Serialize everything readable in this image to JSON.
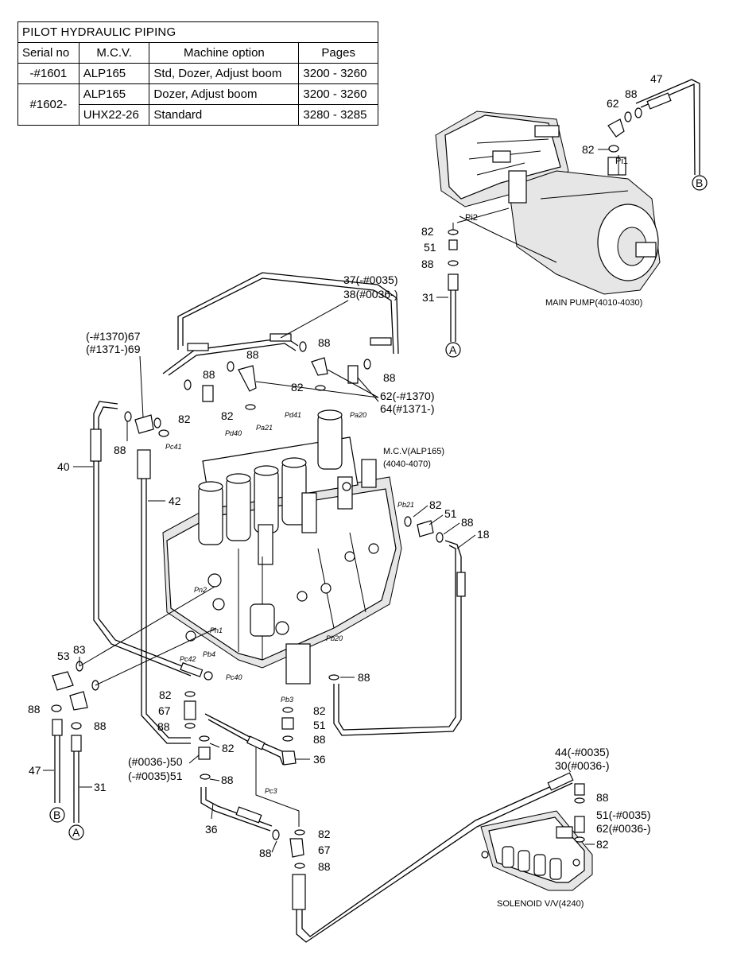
{
  "table": {
    "title": "PILOT HYDRAULIC PIPING",
    "headers": [
      "Serial no",
      "M.C.V.",
      "Machine option",
      "Pages"
    ],
    "rows": [
      {
        "serial": "-#1601",
        "mcv": "ALP165",
        "option": "Std, Dozer, Adjust boom",
        "pages": "3200 - 3260"
      },
      {
        "serial": "#1602-",
        "mcv": "ALP165",
        "option": "Dozer, Adjust boom",
        "pages": "3200 - 3260"
      },
      {
        "serial": "",
        "mcv": "UHX22-26",
        "option": "Standard",
        "pages": "3280 - 3285"
      }
    ]
  },
  "components": {
    "main_pump": "MAIN PUMP(4010-4030)",
    "mcv": "M.C.V(ALP165)",
    "mcv_pages": "(4040-4070)",
    "solenoid": "SOLENOID V/V(4240)"
  },
  "connectors": {
    "a": "A",
    "b": "B"
  },
  "ports": {
    "pi1": "Pi1",
    "pi2": "Pi2",
    "pd40": "Pd40",
    "pa21": "Pa21",
    "pd41": "Pd41",
    "pa20": "Pa20",
    "pc41": "Pc41",
    "pb21": "Pb21",
    "pn2": "Pn2",
    "pn1": "Pn1",
    "pc42": "Pc42",
    "pb4": "Pb4",
    "pc40": "Pc40",
    "pb20": "Pb20",
    "pb3": "Pb3",
    "pc3": "Pc3"
  },
  "callouts": {
    "c47_top": "47",
    "c62_top": "62",
    "c88_top": "88",
    "c82_pump": "82",
    "c82_pi2": "82",
    "c51_pi2": "51",
    "c88_pi2": "88",
    "c31_pi2": "31",
    "c37": "37(-#0035)",
    "c38": "38(#0036-)",
    "c88_a": "88",
    "c88_b": "88",
    "c88_c": "88",
    "c88_d": "88",
    "c62_mid": "62(-#1370)",
    "c64_mid": "64(#1371-)",
    "c82_mid": "82",
    "c82_mid2": "82",
    "c67_top": "(-#1370)67",
    "c69_top": "(#1371-)69",
    "c82_left": "82",
    "c88_left": "88",
    "c40": "40",
    "c42": "42",
    "c82_r": "82",
    "c51_r": "51",
    "c88_r": "88",
    "c18": "18",
    "c53": "53",
    "c83": "83",
    "c88_ll": "88",
    "c88_ll2": "88",
    "c47_bl": "47",
    "c31_bl": "31",
    "c82_lo": "82",
    "c67_lo": "67",
    "c88_lo": "88",
    "c82_lo2": "82",
    "c50": "(#0036-)50",
    "c51_lo": "(-#0035)51",
    "c88_lo2": "88",
    "c36_lo": "36",
    "c88_rr": "88",
    "c82_rr": "82",
    "c51_rr": "51",
    "c88_rr2": "88",
    "c36_rr": "36",
    "c44": "44(-#0035)",
    "c30": "30(#0036-)",
    "c88_sol": "88",
    "c51_sol": "51(-#0035)",
    "c62_sol": "62(#0036-)",
    "c82_sol": "82",
    "c82_bot": "82",
    "c67_bot": "67",
    "c88_bot": "88",
    "c88_bot2": "88"
  }
}
